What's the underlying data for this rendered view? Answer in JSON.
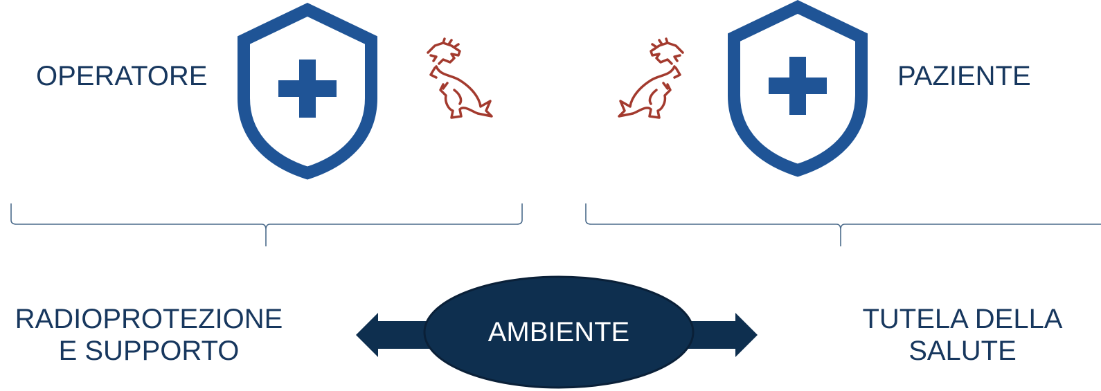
{
  "diagram": {
    "operatore_label": "OPERATORE",
    "paziente_label": "PAZIENTE",
    "left_outcome": [
      "RADIOPROTEZIONE",
      "E SUPPORTO"
    ],
    "right_outcome": [
      "TUTELA DELLA",
      "SALUTE"
    ],
    "center_label": "AMBIENTE"
  },
  "icons": {
    "shield": "shield-plus-icon",
    "dinosaur": "dinosaur-icon"
  },
  "colors": {
    "text": "#17375e",
    "shield": "#1f5496",
    "dinosaur": "#a33a2e",
    "ellipse": "#0e2f4f",
    "brace": "#4a6a8a"
  }
}
